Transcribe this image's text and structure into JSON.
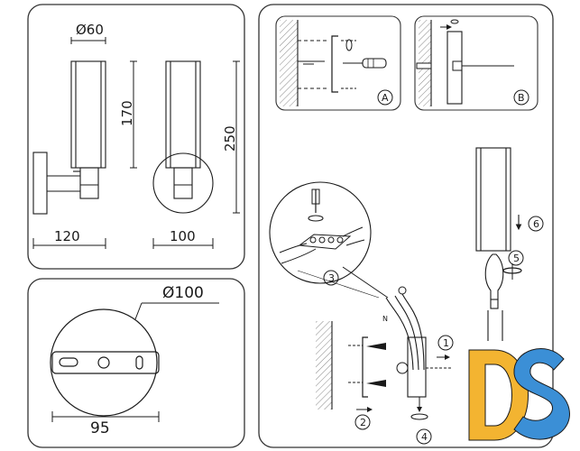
{
  "panels": {
    "dimensions": {
      "diameter_label": "Ø60",
      "height_label": "170",
      "total_height_label": "250",
      "depth_label": "120",
      "base_width_label": "100"
    },
    "mount_plate": {
      "diameter_label": "Ø100",
      "hole_spacing_label": "95"
    },
    "installation": {
      "detail_a_label": "A",
      "detail_b_label": "B",
      "steps": [
        "1",
        "2",
        "3",
        "4",
        "5",
        "6"
      ],
      "wire_n_label": "N"
    }
  },
  "logo": {
    "text": "DS",
    "colors": {
      "d": "#f3b431",
      "s": "#3b8fd6"
    }
  },
  "colors": {
    "line": "#1a1a1a",
    "hatch": "#777777",
    "panel_border": "#333333"
  }
}
